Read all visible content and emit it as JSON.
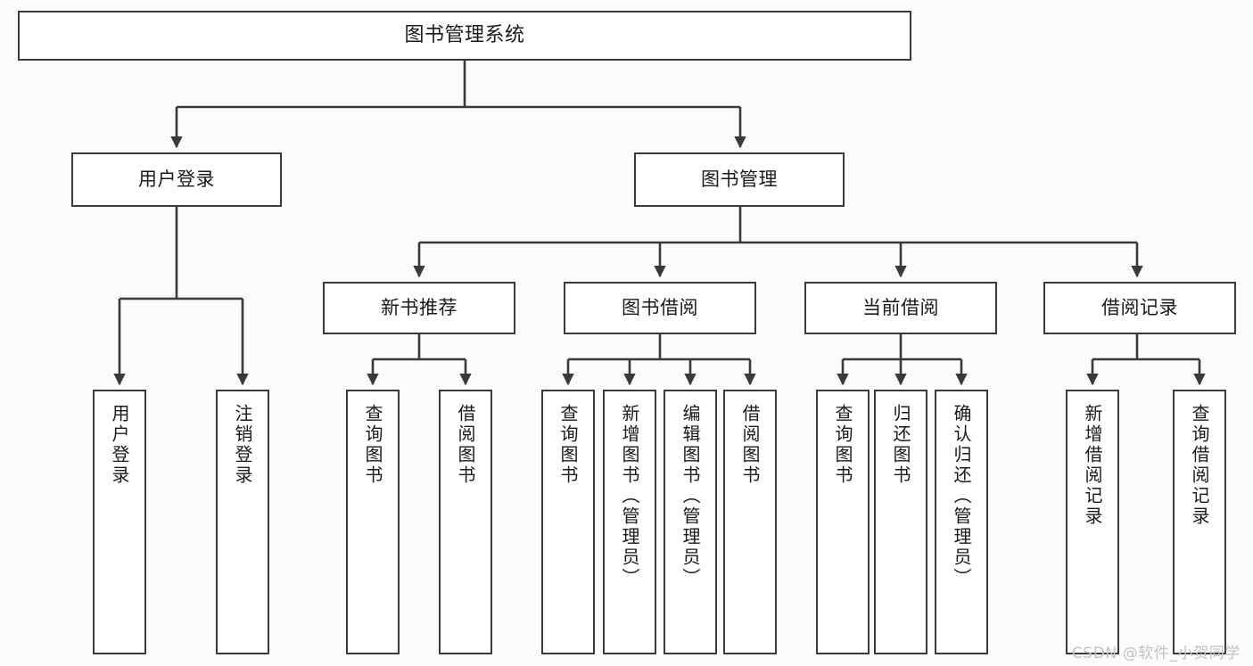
{
  "diagram": {
    "title": "图书管理系统",
    "type": "hierarchy-tree",
    "stroke_color": "#3a3a3a",
    "node_fill": "#ffffff",
    "background": "#fbfbfb",
    "text_color": "#1a1a1a"
  },
  "nodes": {
    "root": {
      "label": "图书管理系统"
    },
    "level2": [
      {
        "label": "用户登录"
      },
      {
        "label": "图书管理"
      }
    ],
    "level3": [
      {
        "label": "新书推荐"
      },
      {
        "label": "图书借阅"
      },
      {
        "label": "当前借阅"
      },
      {
        "label": "借阅记录"
      }
    ],
    "leaves_user_login": [
      {
        "label": "用户登录"
      },
      {
        "label": "注销登录"
      }
    ],
    "leaves_new_book": [
      {
        "label": "查询图书"
      },
      {
        "label": "借阅图书"
      }
    ],
    "leaves_borrow": [
      {
        "label": "查询图书"
      },
      {
        "label": "新增图书（管理员）"
      },
      {
        "label": "编辑图书（管理员）"
      },
      {
        "label": "借阅图书"
      }
    ],
    "leaves_current": [
      {
        "label": "查询图书"
      },
      {
        "label": "归还图书"
      },
      {
        "label": "确认归还（管理员）"
      }
    ],
    "leaves_records": [
      {
        "label": "新增借阅记录"
      },
      {
        "label": "查询借阅记录"
      }
    ]
  },
  "watermark": {
    "text": "CSDN @软件_小贺同学",
    "color": "#c2c2c2"
  }
}
